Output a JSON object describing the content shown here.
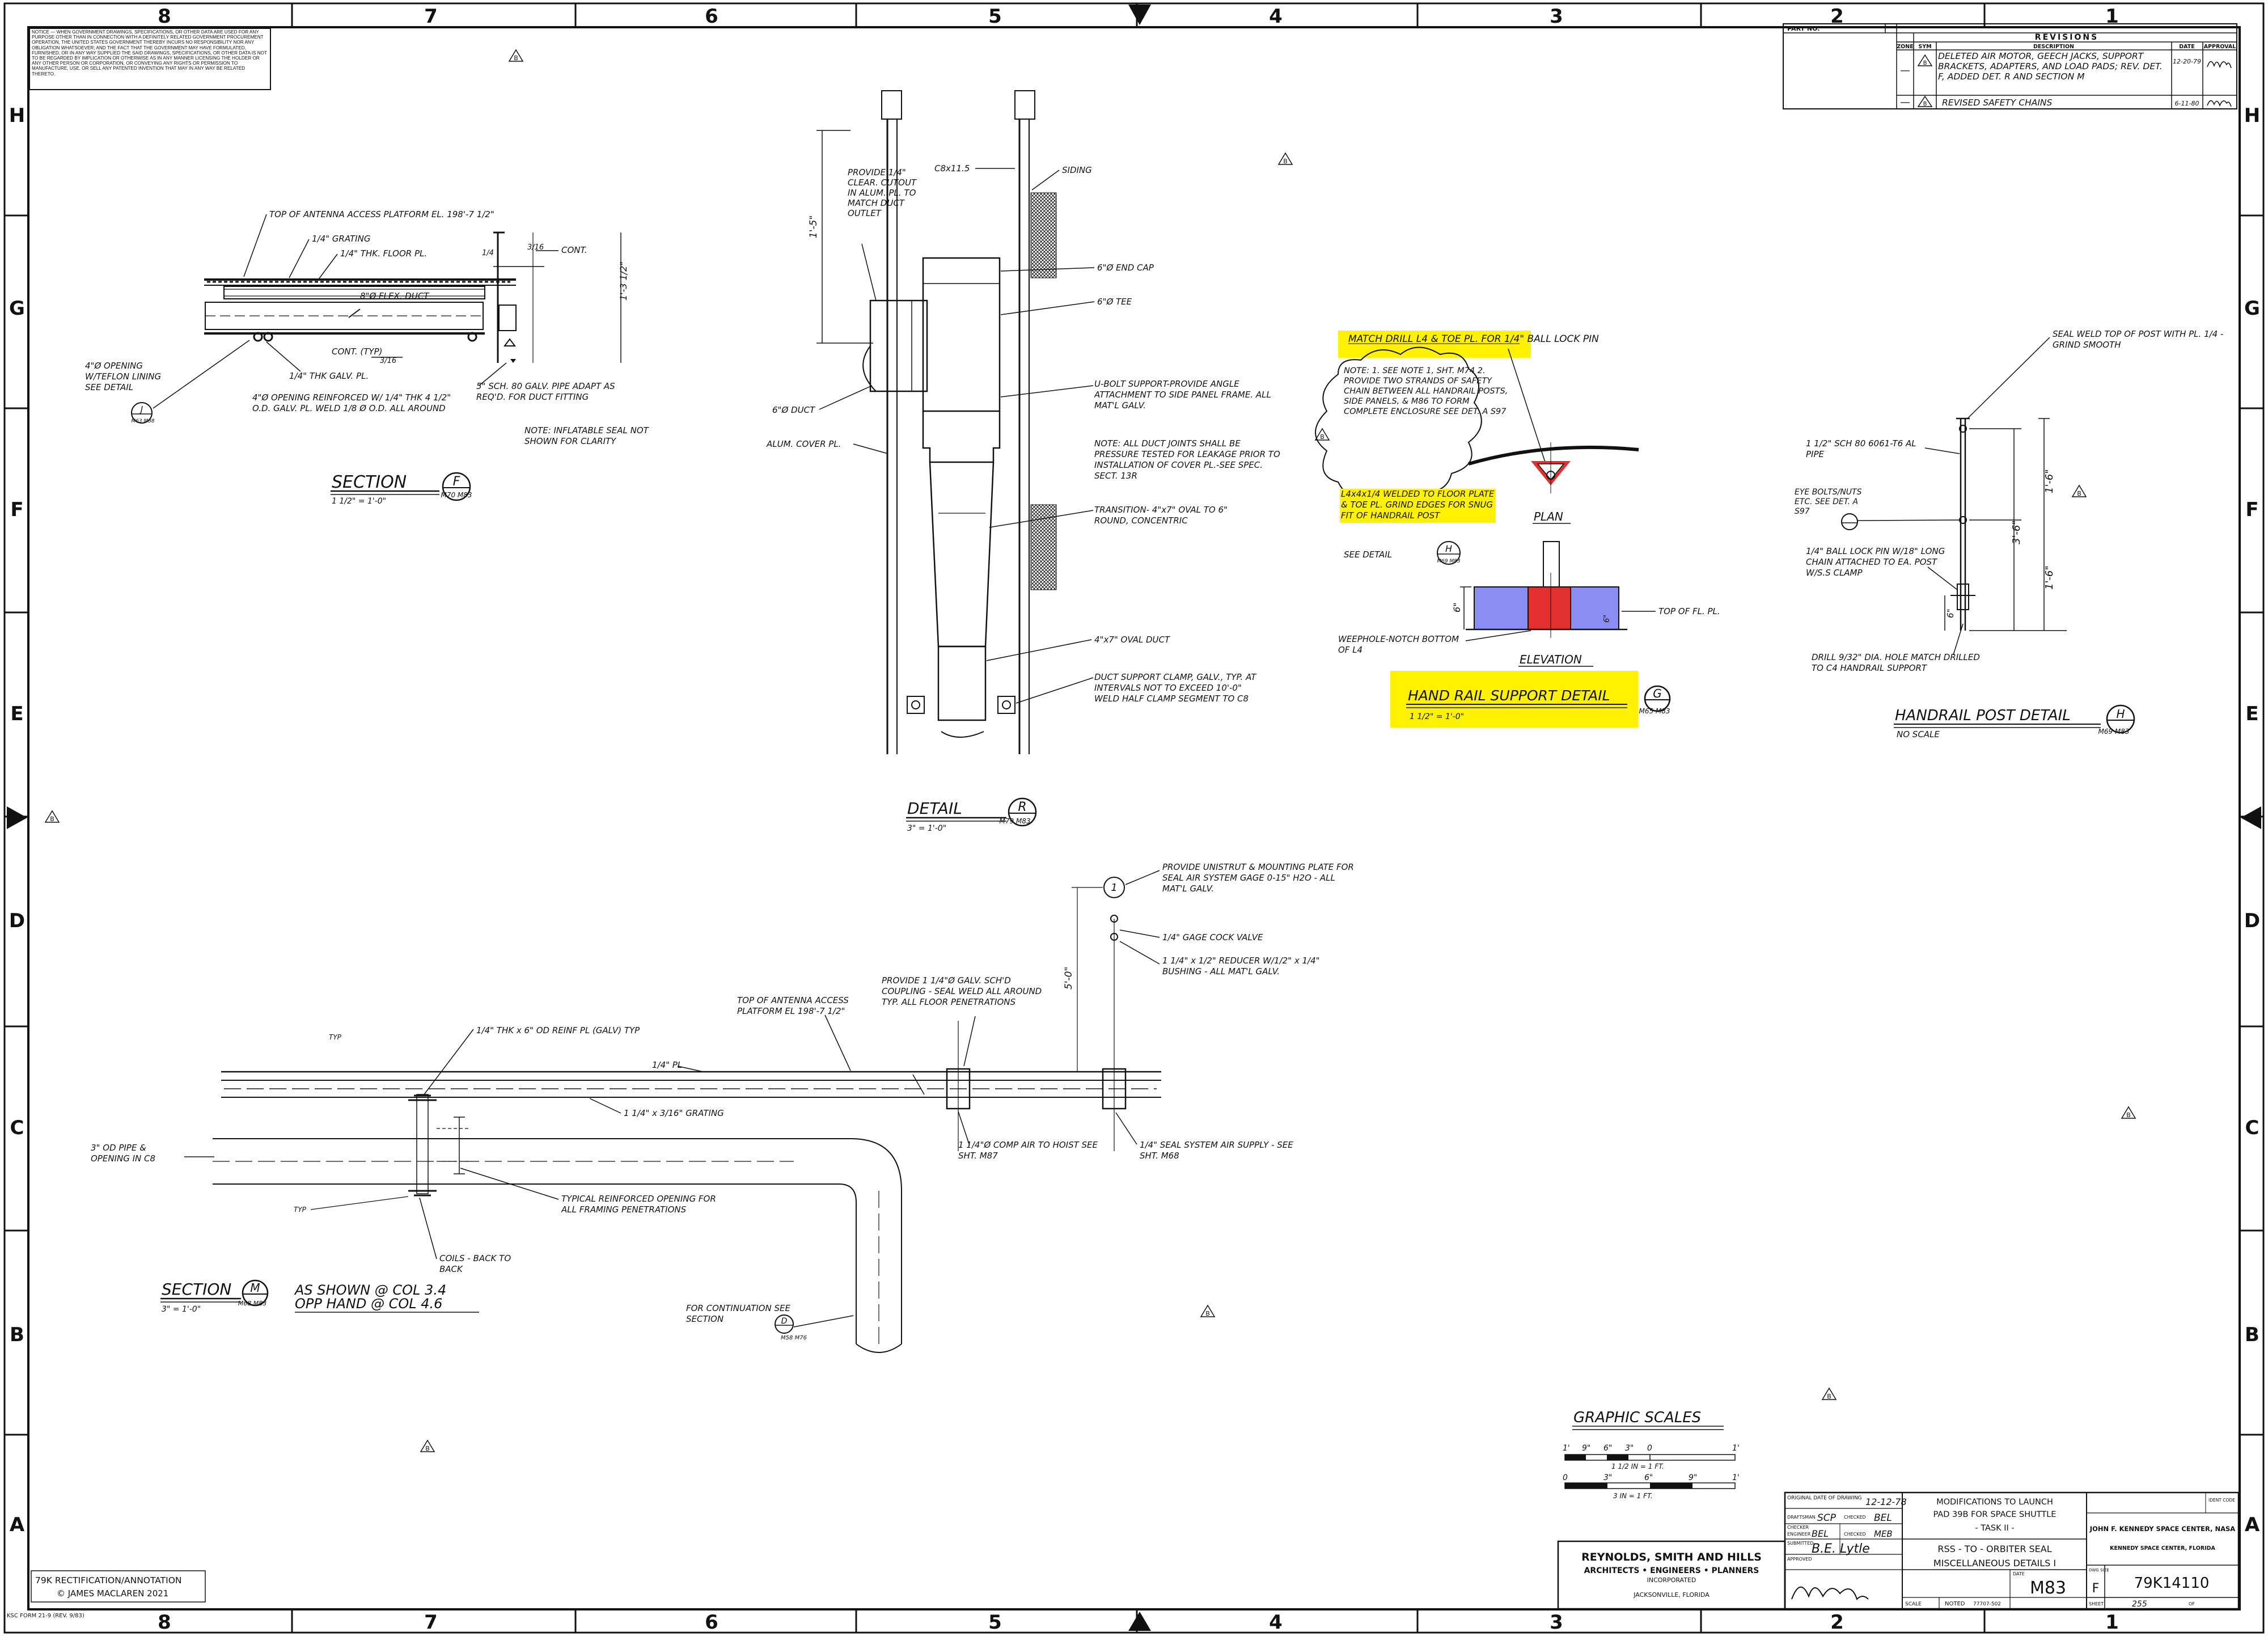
{
  "border": {
    "columns": [
      "8",
      "7",
      "6",
      "5",
      "4",
      "3",
      "2",
      "1"
    ],
    "rows": [
      "H",
      "G",
      "F",
      "E",
      "D",
      "C",
      "B",
      "A"
    ]
  },
  "notice": "NOTICE — WHEN GOVERNMENT DRAWINGS, SPECIFICATIONS, OR OTHER DATA ARE USED FOR ANY PURPOSE OTHER THAN IN CONNECTION WITH A DEFINITELY RELATED GOVERNMENT PROCUREMENT OPERATION, THE UNITED STATES GOVERNMENT THEREBY INCURS NO RESPONSIBILITY NOR ANY OBLIGATION WHATSOEVER; AND THE FACT THAT THE GOVERNMENT MAY HAVE FORMULATED, FURNISHED, OR IN ANY WAY SUPPLIED THE SAID DRAWINGS, SPECIFICATIONS, OR OTHER DATA IS NOT TO BE REGARDED BY IMPLICATION OR OTHERWISE AS IN ANY MANNER LICENSING THE HOLDER OR ANY OTHER PERSON OR CORPORATION, OR CONVEYING ANY RIGHTS OR PERMISSION TO MANUFACTURE, USE, OR SELL ANY PATENTED INVENTION THAT MAY IN ANY WAY BE RELATED THERETO.",
  "revisions": {
    "part_no": "PART NO.",
    "title": "REVISIONS",
    "headers": [
      "ZONE",
      "SYM",
      "DESCRIPTION",
      "DATE",
      "APPROVAL"
    ],
    "rows": [
      {
        "zone": "—",
        "sym": "B",
        "description": "DELETED AIR MOTOR, GEECH JACKS, SUPPORT BRACKETS, ADAPTERS, AND LOAD PADS; REV. DET. F, ADDED DET. R AND SECTION M",
        "date": "12-20-79"
      },
      {
        "zone": "—",
        "sym": "B",
        "description": "REVISED SAFETY CHAINS",
        "date": "6-11-80"
      }
    ]
  },
  "section_f": {
    "notes": [
      "TOP OF ANTENNA ACCESS PLATFORM EL. 198'-7 1/2\"",
      "1/4\" GRATING",
      "1/4\" THK. FLOOR PL.",
      "8\"Ø FLEX. DUCT",
      "CONT.",
      "3/16",
      "1/4",
      "1'-3 1/2\"",
      "CONT. (TYP)",
      "3/16",
      "1/4\" THK GALV. PL.",
      "4\"Ø OPENING REINFORCED W/ 1/4\" THK 4 1/2\" O.D. GALV. PL. WELD 1/8 Ø O.D. ALL AROUND",
      "5\" SCH. 80 GALV. PIPE ADAPT AS REQ'D. FOR DUCT FITTING",
      "4\"Ø OPENING W/TEFLON LINING SEE DETAIL",
      "NOTE: INFLATABLE SEAL NOT SHOWN FOR CLARITY"
    ],
    "bubble_letter": "J",
    "bubble_ref": "M63 M88",
    "title": "SECTION",
    "letter": "F",
    "scale": "1 1/2\" = 1'-0\"",
    "ref": "M70  M83"
  },
  "detail_r": {
    "notes": [
      "C8x11.5",
      "SIDING",
      "PROVIDE 1/4\" CLEAR. CUTOUT IN ALUM. PL. TO MATCH DUCT OUTLET",
      "1'-5\"",
      "6\"Ø END CAP",
      "6\"Ø TEE",
      "U-BOLT SUPPORT-PROVIDE ANGLE ATTACHMENT TO SIDE PANEL FRAME. ALL MAT'L GALV.",
      "6\"Ø DUCT",
      "ALUM. COVER PL.",
      "NOTE: ALL DUCT JOINTS SHALL BE PRESSURE TESTED FOR LEAKAGE PRIOR TO INSTALLATION OF COVER PL.-SEE SPEC. SECT. 13R",
      "TRANSITION- 4\"x7\" OVAL TO 6\" ROUND, CONCENTRIC",
      "4\"x7\" OVAL DUCT",
      "DUCT SUPPORT CLAMP, GALV., TYP. AT INTERVALS NOT TO EXCEED 10'-0\" WELD HALF CLAMP SEGMENT TO C8"
    ],
    "title": "DETAIL",
    "letter": "R",
    "scale": "3\" = 1'-0\"",
    "ref": "M79  M83"
  },
  "detail_g": {
    "match_drill": "MATCH DRILL L4 & TOE PL. FOR 1/4\" BALL LOCK PIN",
    "note": "NOTE: 1. SEE NOTE 1, SHT. M74   2. PROVIDE TWO STRANDS OF SAFETY CHAIN BETWEEN ALL HANDRAIL POSTS, SIDE PANELS, & M86 TO FORM COMPLETE ENCLOSURE SEE DET. A S97",
    "weld_note": "L4x4x1/4 WELDED TO FLOOR PLATE & TOE PL. GRIND EDGES FOR SNUG FIT OF HANDRAIL POST",
    "see_detail": "SEE DETAIL",
    "see_letter": "H",
    "see_ref": "M69 M83",
    "plan": "PLAN",
    "elevation": "ELEVATION",
    "weephole": "WEEPHOLE-NOTCH BOTTOM OF L4",
    "top_of_pl": "TOP OF FL. PL.",
    "dim": "6\"",
    "title": "HAND RAIL  SUPPORT DETAIL",
    "scale": "1 1/2\" = 1'-0\"",
    "letter": "G",
    "ref": "M65 M83"
  },
  "detail_h": {
    "notes": [
      "SEAL WELD TOP OF POST WITH PL. 1/4 - GRIND SMOOTH",
      "1 1/2\" SCH 80 6061-T6 AL PIPE",
      "EYE BOLTS/NUTS ETC. SEE DET. A S97",
      "1'-6\"",
      "3'-6\"",
      "1'-6\"",
      "1/4\" BALL LOCK PIN W/18\" LONG CHAIN ATTACHED TO EA. POST W/S.S CLAMP",
      "6\"",
      "DRILL 9/32\" DIA. HOLE MATCH DRILLED TO C4 HANDRAIL SUPPORT"
    ],
    "title": "HANDRAIL  POST DETAIL",
    "scale": "NO SCALE",
    "letter": "H",
    "ref": "M69  M83"
  },
  "section_m": {
    "notes": [
      "PROVIDE UNISTRUT & MOUNTING PLATE FOR SEAL AIR SYSTEM GAGE 0-15\" H2O - ALL MAT'L GALV.",
      "1/4\" GAGE COCK VALVE",
      "1 1/4\" x 1/2\" REDUCER W/1/2\" x 1/4\" BUSHING - ALL MAT'L GALV.",
      "5'-0\"",
      "PROVIDE 1 1/4\"Ø GALV. SCH'D COUPLING - SEAL WELD ALL AROUND TYP. ALL FLOOR PENETRATIONS",
      "TOP OF ANTENNA ACCESS PLATFORM EL 198'-7 1/2\"",
      "1/4\" THK x 6\" OD REINF PL (GALV) TYP",
      "1/4\" PL",
      "1 1/4\" x 3/16\" GRATING",
      "3\" OD PIPE & OPENING IN C8",
      "TYPICAL REINFORCED OPENING FOR ALL FRAMING PENETRATIONS",
      "COILS - BACK TO BACK",
      "1 1/4\"Ø COMP AIR TO HOIST SEE SHT. M87",
      "1/4\" SEAL SYSTEM AIR SUPPLY - SEE SHT. M68",
      "FOR CONTINUATION SEE SECTION",
      "TYP",
      "TYP"
    ],
    "gage": "1",
    "cont_letter": "D",
    "cont_ref": "M58  M76",
    "title": "SECTION",
    "letter": "M",
    "l1": "AS SHOWN @ COL 3.4",
    "l2": "OPP HAND @ COL 4.6",
    "scale": "3\" = 1'-0\"",
    "ref": "M68 M83"
  },
  "graphic_scales": {
    "title": "GRAPHIC SCALES",
    "s1_ticks": [
      "1'",
      "9\"",
      "6\"",
      "3\"",
      "0",
      "1'"
    ],
    "s1_label": "1 1/2 IN = 1 FT.",
    "s2_ticks": [
      "0",
      "3\"",
      "6\"",
      "9\"",
      "1'"
    ],
    "s2_label": "3 IN = 1 FT."
  },
  "title_block": {
    "firm": "REYNOLDS, SMITH AND HILLS",
    "firm_sub": "ARCHITECTS • ENGINEERS • PLANNERS",
    "firm_inc": "INCORPORATED",
    "firm_city": "JACKSONVILLE, FLORIDA",
    "orig_date_label": "ORIGINAL DATE OF DRAWING",
    "orig_date": "12-12-78",
    "draftsman_label": "DRAFTSMAN",
    "draftsman": "SCP",
    "checked_label": "CHECKED",
    "checked_init": "BEL",
    "checker_label": "CHECKER",
    "engineer_label": "ENGINEER",
    "engineer": "BEL",
    "checked2": "MEB",
    "submitted_label": "SUBMITTED",
    "submitted": "B.E. Lytle",
    "approved_label": "APPROVED",
    "date_label": "DATE",
    "t1": "MODIFICATIONS TO LAUNCH",
    "t2": "PAD 39B  FOR SPACE SHUTTLE",
    "t3": "- TASK II -",
    "t4": "RSS - TO - ORBITER SEAL",
    "t5": "MISCELLANEOUS  DETAILS  I",
    "sheet_no": "M83",
    "ksc1": "JOHN F. KENNEDY SPACE CENTER, NASA",
    "ksc2": "KENNEDY SPACE CENTER, FLORIDA",
    "dwg_size_label": "DWG SIZE",
    "dwg_size": "F",
    "dwg_no": "79K14110",
    "scale_label": "SCALE",
    "scale": "NOTED",
    "code": "77707-502",
    "sheet_label": "SHEET",
    "sheet": "255",
    "of_label": "OF",
    "ident_label": "IDENT CODE"
  },
  "rect_box": {
    "l1": "79K RECTIFICATION/ANNOTATION",
    "l2": "© JAMES MACLAREN 2021"
  },
  "ksc_form": "KSC FORM 21-9 (REV. 9/83)",
  "flag": "B"
}
